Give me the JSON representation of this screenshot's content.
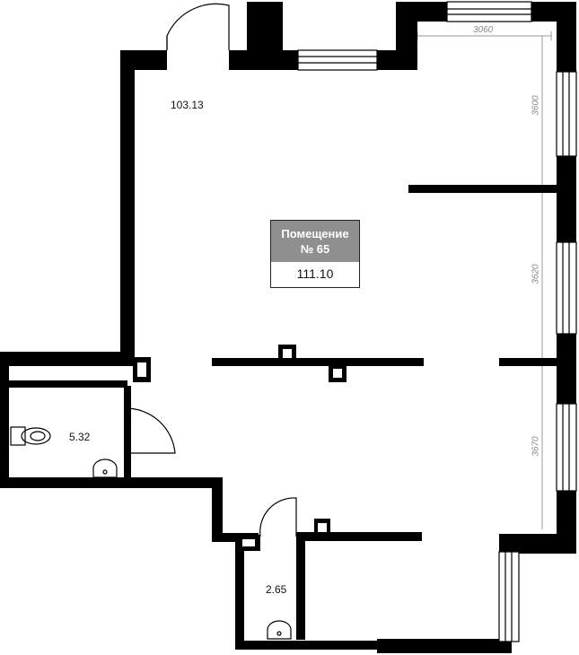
{
  "room": {
    "title_line1": "Помещение",
    "title_line2": "№ 65",
    "area": "111.10"
  },
  "areas": {
    "main": "103.13",
    "bathroom": "5.32",
    "storage": "2.65"
  },
  "dimensions": {
    "top": "3060",
    "right_top": "3600",
    "right_middle": "3620",
    "right_bottom": "3670"
  },
  "colors": {
    "wall": "#000000",
    "dimension_line": "#9a9a9a",
    "card_header": "#8f8f8f"
  }
}
